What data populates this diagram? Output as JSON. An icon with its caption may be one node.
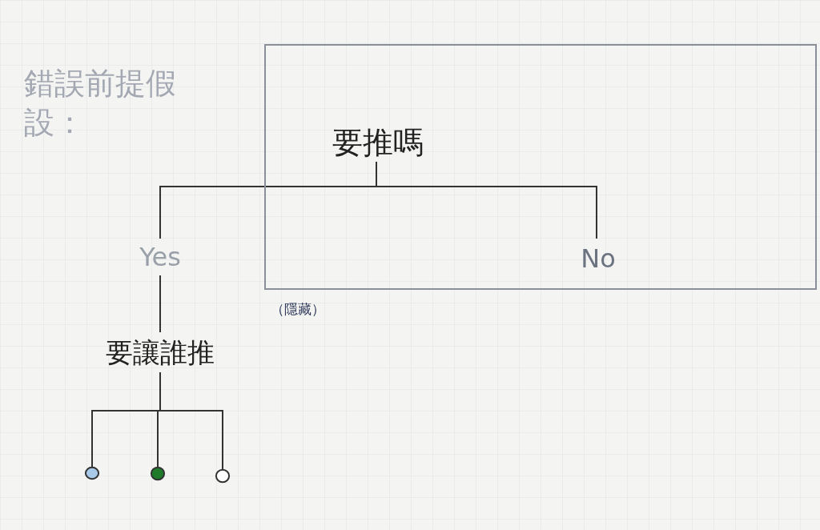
{
  "diagram": {
    "title": "錯誤前提假設：",
    "nodes": [
      {
        "text": [],
        "shape": "box",
        "beside": [
          "（隱藏）"
        ]
      },
      {
        "text": [
          "要推嗎"
        ],
        "in": 0
      },
      {
        "text": [
          "Yes"
        ]
      },
      {
        "text": [
          "No"
        ],
        "in": 0
      },
      {
        "text": [
          "要讓誰推"
        ]
      },
      {
        "text": [],
        "shape": "circle"
      },
      {
        "text": [],
        "shape": "circle"
      },
      {
        "text": [],
        "shape": "circle"
      }
    ],
    "edges": [
      {
        "from": 1,
        "to": 2,
        "arrow": "none"
      },
      {
        "from": 1,
        "to": 3,
        "arrow": "none"
      },
      {
        "from": 2,
        "to": 4,
        "arrow": "none"
      },
      {
        "from": 4,
        "to": 5,
        "arrow": "none"
      },
      {
        "from": 4,
        "to": 6,
        "arrow": "none"
      },
      {
        "from": 4,
        "to": 7,
        "arrow": "none"
      }
    ]
  }
}
